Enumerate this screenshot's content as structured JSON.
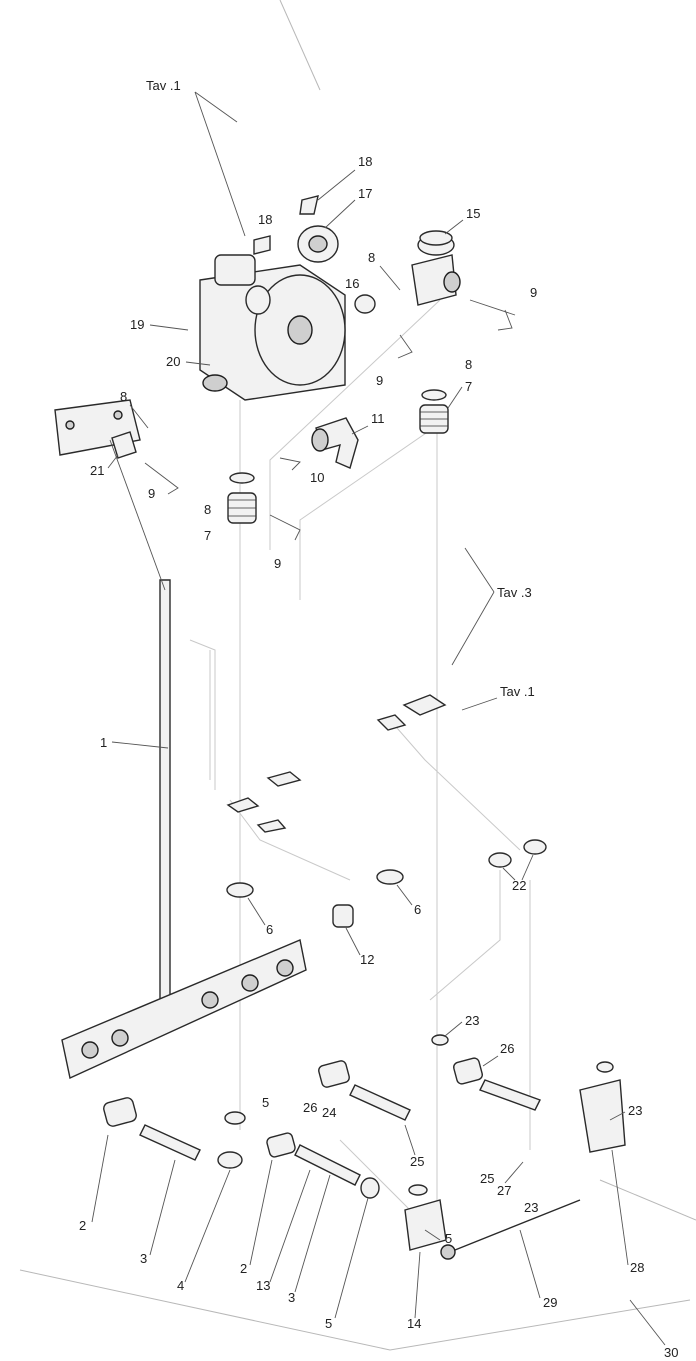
{
  "refs": {
    "tav1_top": "Tav .1",
    "tav3": "Tav .3",
    "tav1_mid": "Tav .1"
  },
  "labels": {
    "l18a": "18",
    "l17": "17",
    "l18b": "18",
    "l15": "15",
    "l8a": "8",
    "l16": "16",
    "l9a": "9",
    "l19": "19",
    "l20": "20",
    "l9b": "9",
    "l8b": "8",
    "l7a": "7",
    "l8c": "8",
    "l11": "11",
    "l21": "21",
    "l10": "10",
    "l9c": "9",
    "l8d": "8",
    "l7b": "7",
    "l9d": "9",
    "l1": "1",
    "l22": "22",
    "l6a": "6",
    "l6b": "6",
    "l12": "12",
    "l23a": "23",
    "l26a": "26",
    "l26b": "26",
    "l24": "24",
    "l5a": "5",
    "l23b": "23",
    "l25a": "25",
    "l25b": "25",
    "l27": "27",
    "l23c": "23",
    "l2a": "2",
    "l3a": "3",
    "l4": "4",
    "l2b": "2",
    "l13": "13",
    "l3b": "3",
    "l5b": "5",
    "l5c": "5",
    "l14": "14",
    "l28": "28",
    "l29": "29",
    "l30": "30"
  }
}
